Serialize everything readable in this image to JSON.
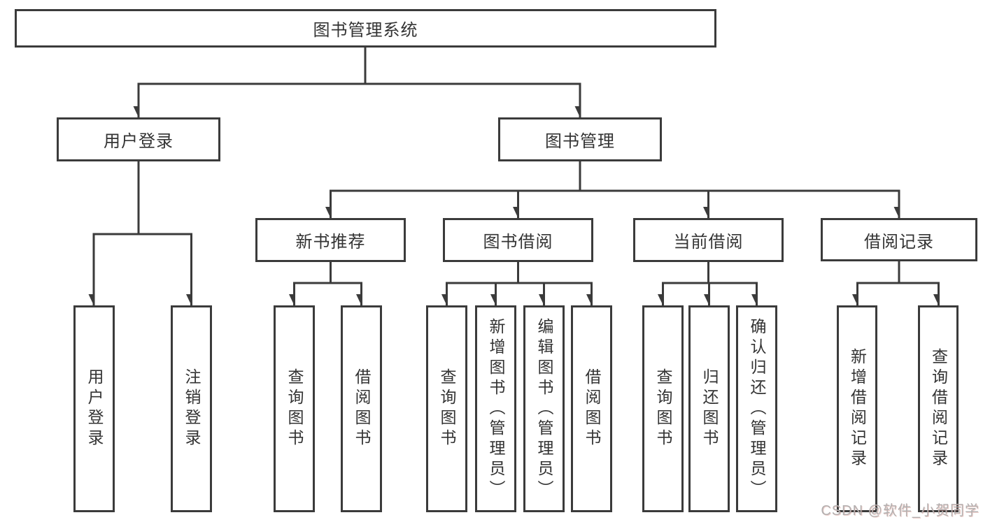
{
  "diagram": {
    "root": {
      "label": "图书管理系统"
    },
    "branches": [
      {
        "label": "用户登录",
        "leaves": [
          "用户登录",
          "注销登录"
        ]
      },
      {
        "label": "图书管理",
        "groups": [
          {
            "label": "新书推荐",
            "leaves": [
              "查询图书",
              "借阅图书"
            ]
          },
          {
            "label": "图书借阅",
            "leaves": [
              "查询图书",
              "新增图书（管理员）",
              "编辑图书（管理员）",
              "借阅图书"
            ]
          },
          {
            "label": "当前借阅",
            "leaves": [
              "查询图书",
              "归还图书",
              "确认归还（管理员）"
            ]
          },
          {
            "label": "借阅记录",
            "leaves": [
              "新增借阅记录",
              "查询借阅记录"
            ]
          }
        ]
      }
    ],
    "line_color": "#3b3b3b",
    "text_color": "#333333",
    "background_color": "#ffffff"
  },
  "watermark": "CSDN @软件_小贺同学"
}
